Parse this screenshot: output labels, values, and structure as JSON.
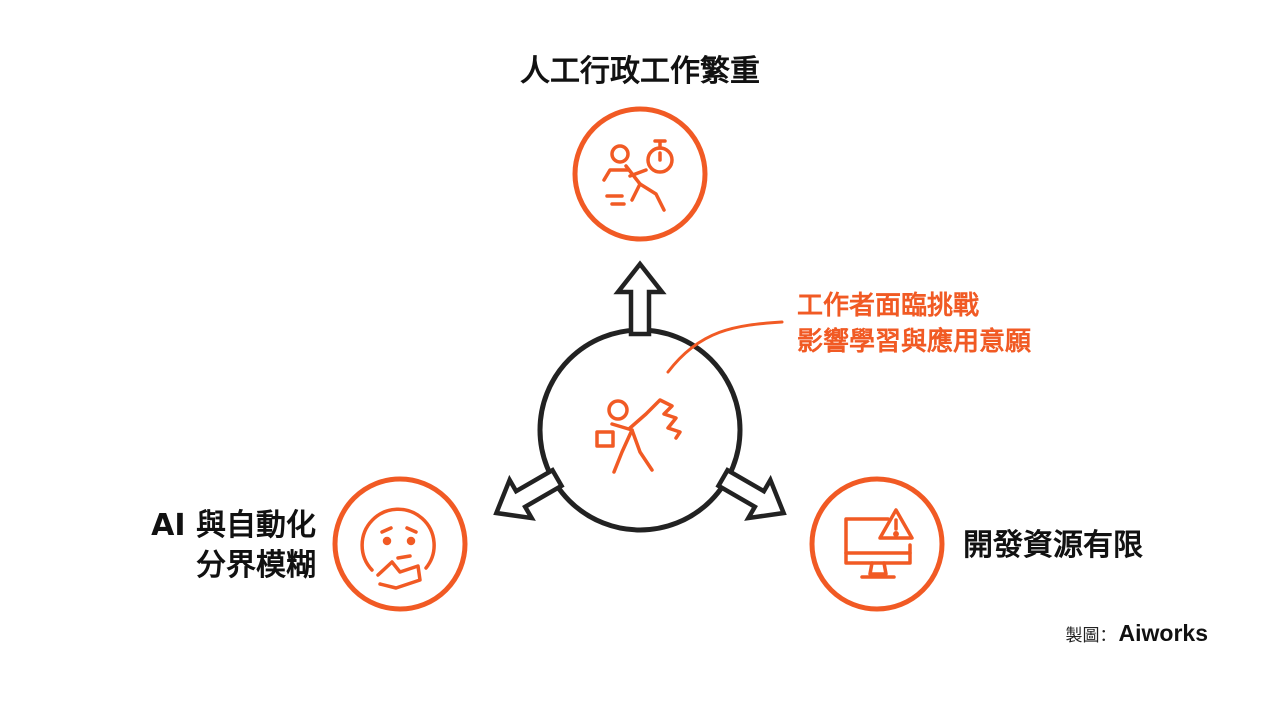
{
  "diagram": {
    "nodes": [
      {
        "id": "top",
        "label_lines": [
          "人工行政工作繁重"
        ],
        "icon": "running-with-stopwatch-icon"
      },
      {
        "id": "left",
        "label_lines": [
          "AI 與自動化",
          "分界模糊"
        ],
        "icon": "thinking-face-icon"
      },
      {
        "id": "right",
        "label_lines": [
          "開發資源有限"
        ],
        "icon": "monitor-warning-icon"
      },
      {
        "id": "center",
        "label_lines": [
          "工作者面臨挑戰",
          "影響學習與應用意願"
        ],
        "icon": "person-dodging-icon"
      }
    ],
    "edges": [
      {
        "from": "center",
        "to": "top"
      },
      {
        "from": "center",
        "to": "left"
      },
      {
        "from": "center",
        "to": "right"
      }
    ],
    "accent_color": "#F15A24",
    "ink_color": "#222222"
  },
  "credit": {
    "prefix": "製圖：",
    "brand": "Aiworks"
  }
}
